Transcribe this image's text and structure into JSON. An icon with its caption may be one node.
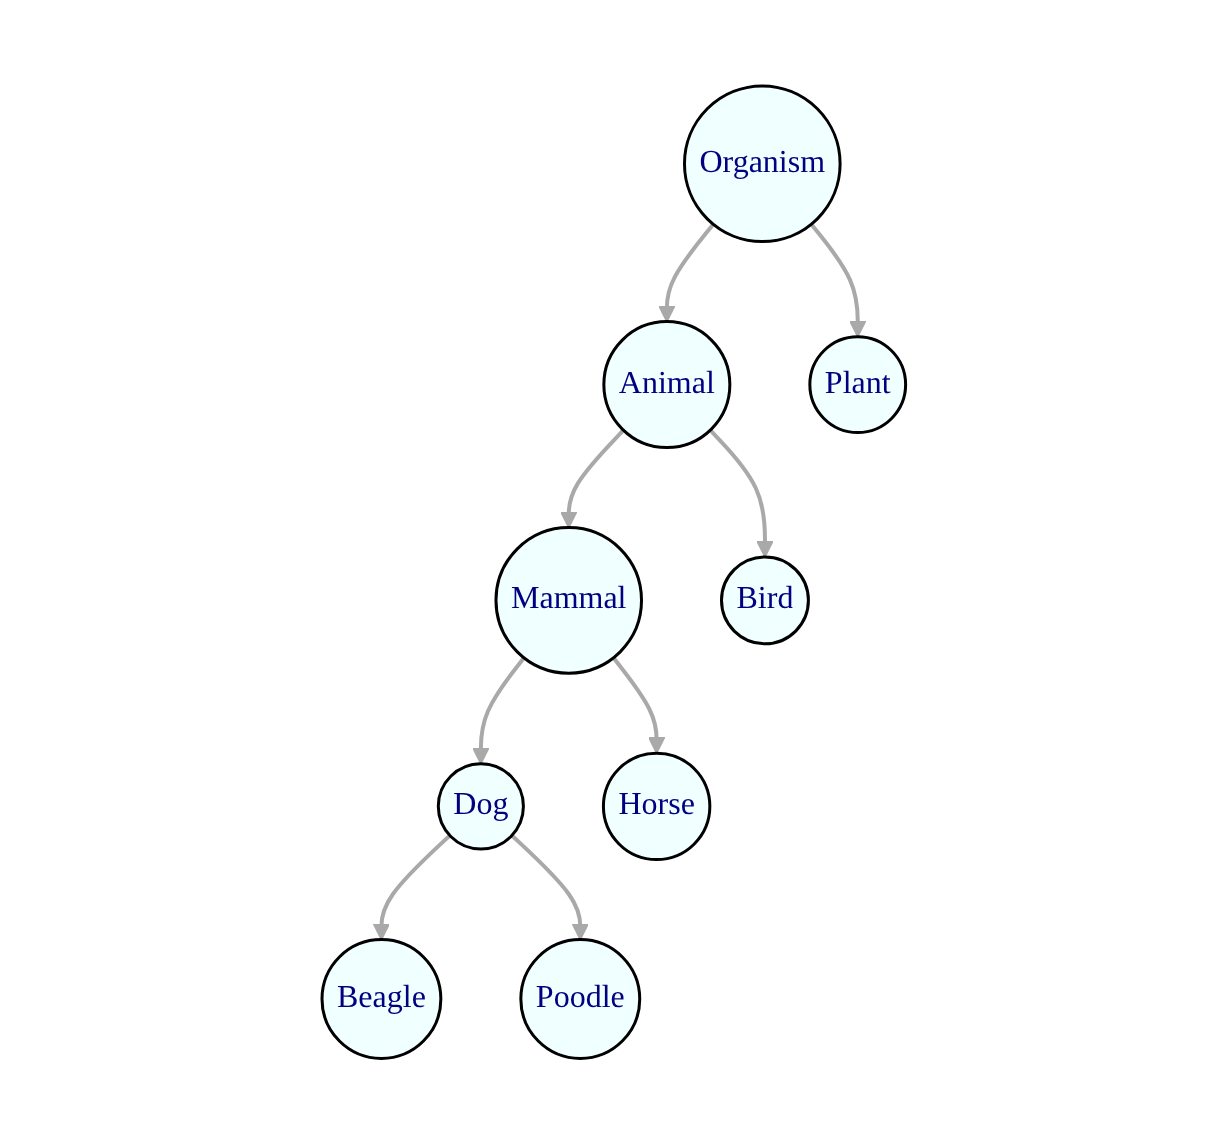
{
  "diagram": {
    "nodes": [
      {
        "text": [
          "Organism"
        ]
      },
      {
        "text": [
          "Animal"
        ]
      },
      {
        "text": [
          "Plant"
        ]
      },
      {
        "text": [
          "Mammal"
        ]
      },
      {
        "text": [
          "Bird"
        ]
      },
      {
        "text": [
          "Dog"
        ]
      },
      {
        "text": [
          "Horse"
        ]
      },
      {
        "text": [
          "Beagle"
        ]
      },
      {
        "text": [
          "Poodle"
        ]
      }
    ],
    "edges": [
      {
        "from": 0,
        "to": 1,
        "arrow": "to"
      },
      {
        "from": 0,
        "to": 2,
        "arrow": "to"
      },
      {
        "from": 1,
        "to": 3,
        "arrow": "to"
      },
      {
        "from": 1,
        "to": 4,
        "arrow": "to"
      },
      {
        "from": 3,
        "to": 5,
        "arrow": "to"
      },
      {
        "from": 3,
        "to": 6,
        "arrow": "to"
      },
      {
        "from": 5,
        "to": 7,
        "arrow": "to"
      },
      {
        "from": 5,
        "to": 8,
        "arrow": "to"
      }
    ]
  }
}
